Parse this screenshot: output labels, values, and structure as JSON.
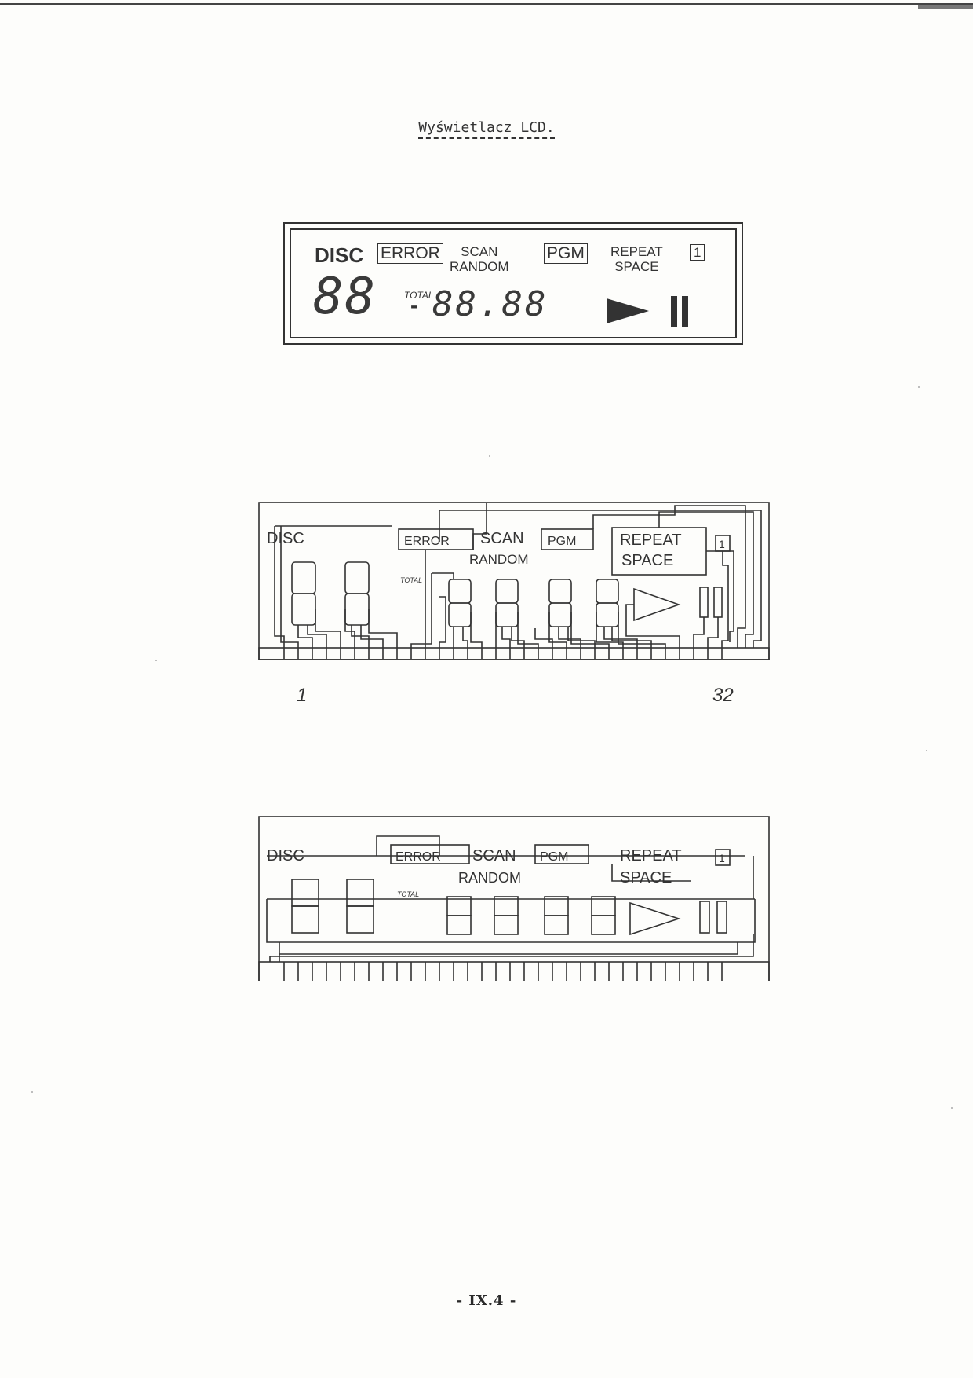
{
  "title": "Wyświetlacz LCD.",
  "lcd": {
    "disc": "DISC",
    "error": "ERROR",
    "scan": "SCAN",
    "random": "RANDOM",
    "pgm": "PGM",
    "repeat": "REPEAT",
    "space": "SPACE",
    "one": "1",
    "total": "TOTAL",
    "disc_digits": "88",
    "dash": "-",
    "time_digits": "88.88"
  },
  "pins": {
    "first": "1",
    "last": "32"
  },
  "page_number": "- IX.4 -"
}
